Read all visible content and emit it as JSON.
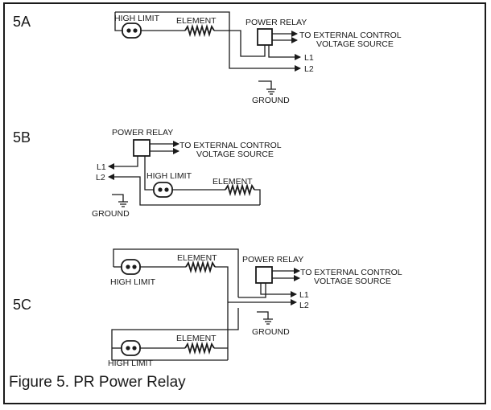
{
  "caption": "Figure 5.  PR Power Relay",
  "sections": {
    "a": {
      "tag": "5A",
      "high_limit": "HIGH LIMIT",
      "element": "ELEMENT",
      "power_relay": "POWER RELAY",
      "external_1": "TO EXTERNAL CONTROL",
      "external_2": "VOLTAGE SOURCE",
      "l1": "L1",
      "l2": "L2",
      "ground": "GROUND"
    },
    "b": {
      "tag": "5B",
      "power_relay": "POWER RELAY",
      "external_1": "TO EXTERNAL CONTROL",
      "external_2": "VOLTAGE SOURCE",
      "l1": "L1",
      "l2": "L2",
      "high_limit": "HIGH LIMIT",
      "element": "ELEMENT",
      "ground": "GROUND"
    },
    "c": {
      "tag": "5C",
      "power_relay": "POWER RELAY",
      "external_1": "TO EXTERNAL CONTROL",
      "external_2": "VOLTAGE SOURCE",
      "l1": "L1",
      "l2": "L2",
      "element_top": "ELEMENT",
      "high_limit_top": "HIGH LIMIT",
      "element_bottom": "ELEMENT",
      "high_limit_bottom": "HIGH LIMIT",
      "ground": "GROUND"
    }
  }
}
